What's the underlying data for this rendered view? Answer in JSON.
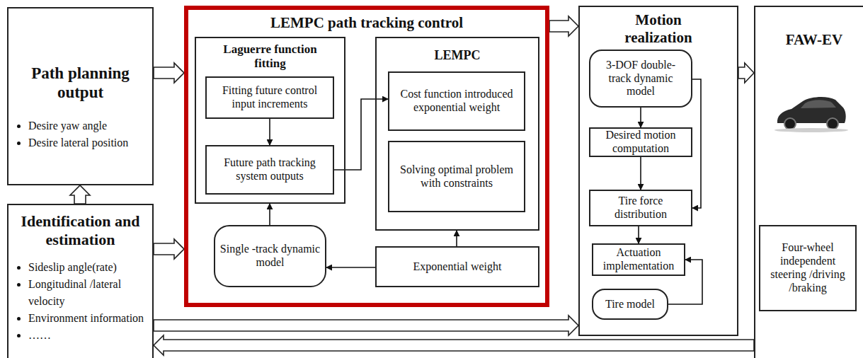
{
  "diagram": {
    "nodes": [
      {
        "text": [
          "Path planning output",
          "Desire yaw angle",
          "Desire lateral position"
        ]
      },
      {
        "text": [
          "Identification and estimation",
          "Sideslip angle(rate)",
          "Longitudinal /lateral velocity",
          "Environment information",
          "……"
        ]
      },
      {
        "text": [
          "LEMPC path tracking control"
        ]
      },
      {
        "text": [
          "Laguerre function fitting"
        ],
        "in": 2
      },
      {
        "text": [
          "Fitting future control input increments"
        ],
        "in": 3
      },
      {
        "text": [
          "Future path tracking system outputs"
        ],
        "in": 3
      },
      {
        "text": [
          "LEMPC"
        ],
        "in": 2
      },
      {
        "text": [
          "Cost function introduced exponential weight"
        ],
        "in": 6
      },
      {
        "text": [
          "Solving optimal problem with constraints"
        ],
        "in": 6
      },
      {
        "text": [
          "Single -track dynamic model"
        ],
        "in": 2
      },
      {
        "text": [
          "Exponential weight"
        ],
        "in": 2
      },
      {
        "text": [
          "Motion realization"
        ]
      },
      {
        "text": [
          "3-DOF double-track dynamic model"
        ],
        "in": 11
      },
      {
        "text": [
          "Desired motion computation"
        ],
        "in": 11
      },
      {
        "text": [
          "Tire force distribution"
        ],
        "in": 11
      },
      {
        "text": [
          "Actuation implementation"
        ],
        "in": 11
      },
      {
        "text": [
          "Tire model"
        ],
        "in": 11
      },
      {
        "text": [
          "FAW-EV"
        ]
      },
      {
        "text": [
          "Four-wheel independent steering /driving /braking"
        ],
        "in": 17
      }
    ],
    "edges": [
      {
        "from": 1,
        "to": 0,
        "arrow": "to"
      },
      {
        "from": 0,
        "to": 2,
        "arrow": "to"
      },
      {
        "from": 1,
        "to": 2,
        "arrow": "to"
      },
      {
        "from": 4,
        "to": 5,
        "arrow": "to"
      },
      {
        "from": 5,
        "to": 7,
        "arrow": "to"
      },
      {
        "from": 9,
        "to": 3,
        "arrow": "to"
      },
      {
        "from": 10,
        "to": 9,
        "arrow": "to"
      },
      {
        "from": 10,
        "to": 6,
        "arrow": "to"
      },
      {
        "from": 2,
        "to": 11,
        "arrow": "to"
      },
      {
        "from": 12,
        "to": 13,
        "arrow": "to"
      },
      {
        "from": 13,
        "to": 14,
        "arrow": "to"
      },
      {
        "from": 14,
        "to": 15,
        "arrow": "to"
      },
      {
        "from": 12,
        "to": 14,
        "arrow": "to"
      },
      {
        "from": 16,
        "to": 15,
        "arrow": "to"
      },
      {
        "from": 11,
        "to": 17,
        "arrow": "to"
      },
      {
        "from": 1,
        "to": 11,
        "arrow": "to"
      },
      {
        "from": 17,
        "to": 1,
        "arrow": "to"
      }
    ]
  }
}
